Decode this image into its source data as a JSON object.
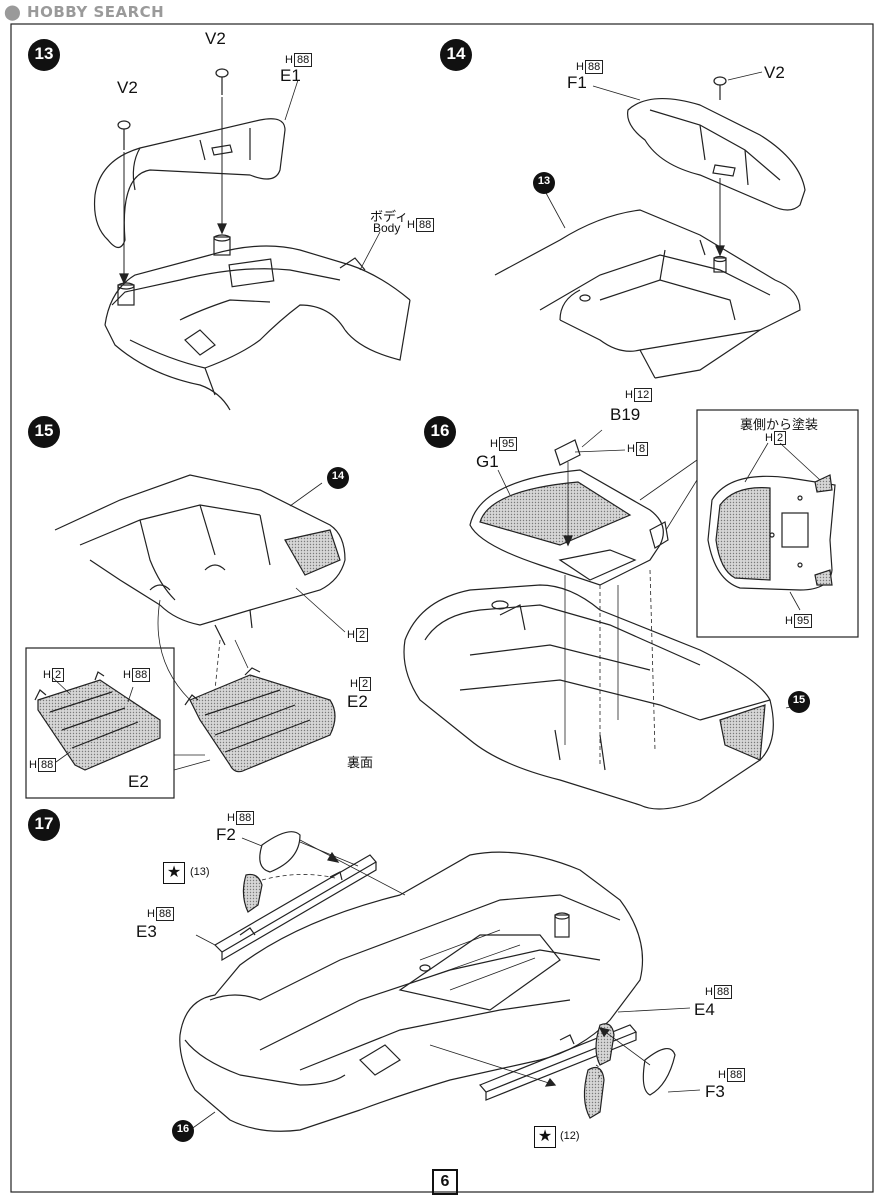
{
  "watermark": "HOBBY SEARCH",
  "page_number": "6",
  "steps": {
    "s13": {
      "number": "13",
      "parts": {
        "v2_a": "V2",
        "v2_b": "V2",
        "e1": "E1",
        "body_jp": "ボディ",
        "body_en": "Body"
      },
      "paint": {
        "e1": "88",
        "body": "88"
      }
    },
    "s14": {
      "number": "14",
      "parts": {
        "f1": "F1",
        "v2": "V2"
      },
      "paint": {
        "f1": "88"
      },
      "ref": "13"
    },
    "s15": {
      "number": "15",
      "parts": {
        "e2": "E2",
        "e2_inset": "E2",
        "back_jp": "裏面"
      },
      "paint": {
        "body": "2",
        "e2": "2",
        "inset_a": "2",
        "inset_b": "88",
        "inset_c": "88"
      },
      "ref": "14"
    },
    "s16": {
      "number": "16",
      "parts": {
        "b19": "B19",
        "g1": "G1"
      },
      "paint": {
        "b19": "12",
        "b19_inner": "8",
        "g1": "95",
        "inset_a": "2",
        "inset_b": "95"
      },
      "inset_title": "裏側から塗装",
      "ref": "15"
    },
    "s17": {
      "number": "17",
      "parts": {
        "f2": "F2",
        "e3": "E3",
        "e4": "E4",
        "f3": "F3"
      },
      "paint": {
        "f2": "88",
        "e3": "88",
        "e4": "88",
        "f3": "88"
      },
      "decals": {
        "left": "13",
        "right": "12"
      },
      "ref": "16"
    }
  },
  "paint_prefix": "H"
}
